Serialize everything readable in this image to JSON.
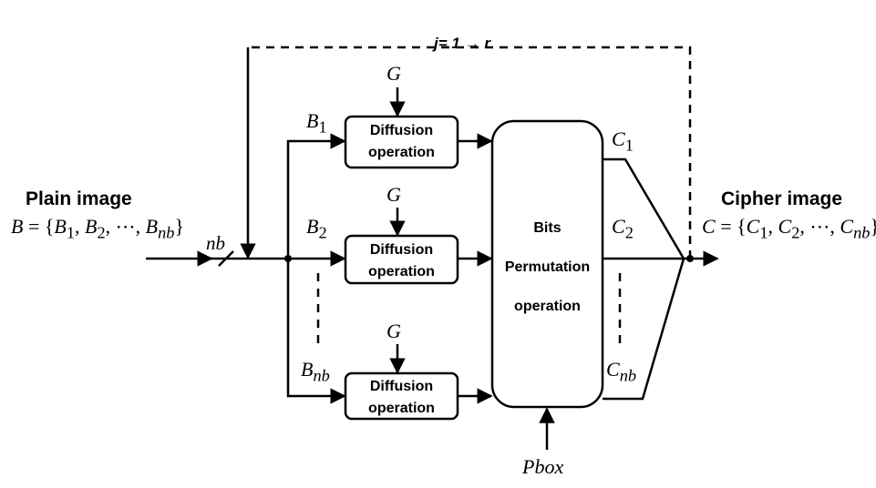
{
  "loop_label": {
    "j": "j",
    "eq": "= 1",
    "arrow": "→",
    "r": "r"
  },
  "plain": {
    "title": "Plain image",
    "eq_lhs": "B",
    "eq_mid": "= {",
    "terms": [
      {
        "base": "B",
        "sub": "1"
      },
      {
        "base": "B",
        "sub": "2"
      },
      {
        "base": "",
        "sub": "",
        "text": "⋯"
      },
      {
        "base": "B",
        "sub": "nb"
      }
    ],
    "eq_close": "}"
  },
  "cipher": {
    "title": "Cipher image",
    "eq_lhs": "C",
    "eq_mid": "= {",
    "terms": [
      {
        "base": "C",
        "sub": "1"
      },
      {
        "base": "C",
        "sub": "2"
      },
      {
        "base": "",
        "sub": "",
        "text": "⋯"
      },
      {
        "base": "C",
        "sub": "nb"
      }
    ],
    "eq_close": "}"
  },
  "nb_label": "nb",
  "blocks": [
    {
      "label_base": "B",
      "label_sub": "1",
      "g": "G",
      "line1": "Diffusion",
      "line2": "operation"
    },
    {
      "label_base": "B",
      "label_sub": "2",
      "g": "G",
      "line1": "Diffusion",
      "line2": "operation"
    },
    {
      "label_base": "B",
      "label_sub": "nb",
      "g": "G",
      "line1": "Diffusion",
      "line2": "operation"
    }
  ],
  "permutation": {
    "line1": "Bits",
    "line2": "Permutation",
    "line3": "operation"
  },
  "outputs": [
    {
      "base": "C",
      "sub": "1"
    },
    {
      "base": "C",
      "sub": "2"
    },
    {
      "base": "C",
      "sub": "nb"
    }
  ],
  "pbox": "Pbox"
}
